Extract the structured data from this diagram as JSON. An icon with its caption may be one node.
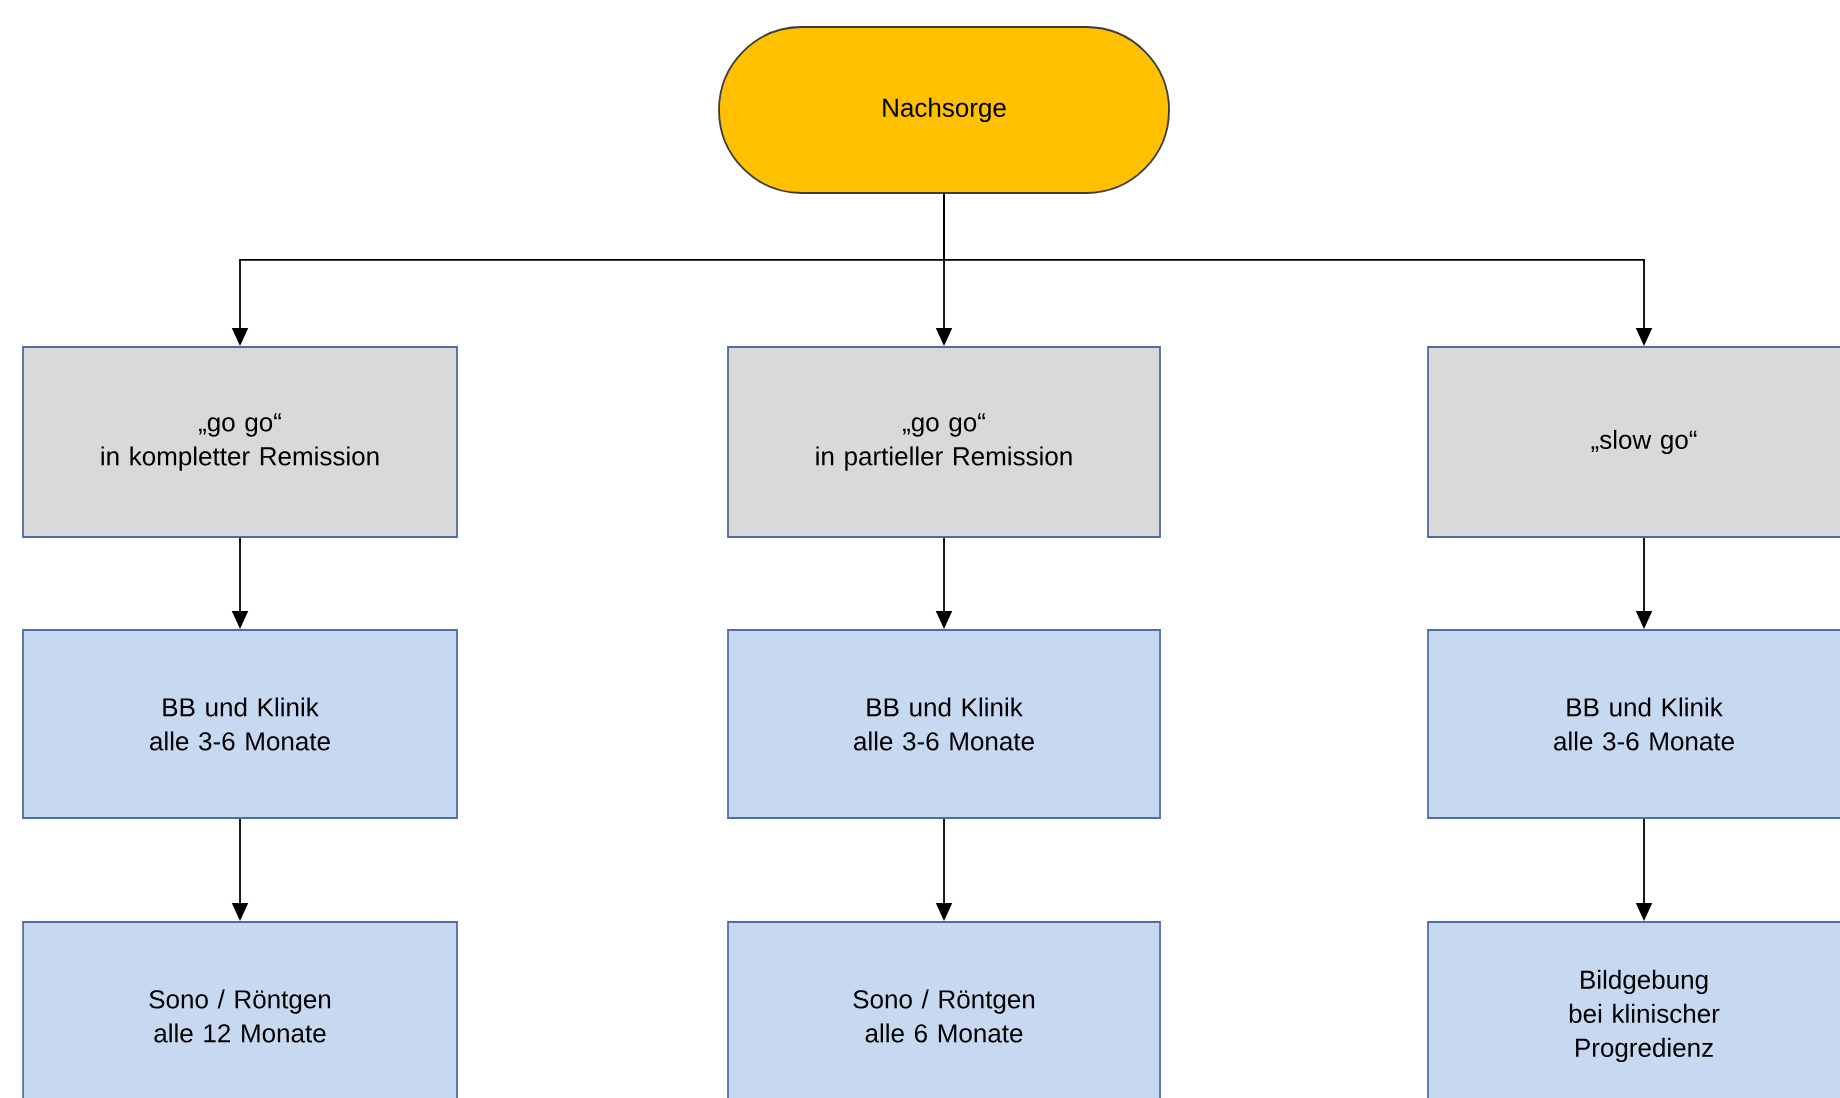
{
  "diagram": {
    "nodes": [
      {
        "text": [
          "Nachsorge"
        ]
      },
      {
        "text": [
          "„go go“",
          "in kompletter Remission"
        ]
      },
      {
        "text": [
          "„go go“",
          "in partieller Remission"
        ]
      },
      {
        "text": [
          "„slow go“"
        ]
      },
      {
        "text": [
          "BB und Klinik alle 3-6 Monate"
        ]
      },
      {
        "text": [
          "BB und Klinik alle 3-6 Monate"
        ]
      },
      {
        "text": [
          "BB und Klinik alle 3-6 Monate"
        ]
      },
      {
        "text": [
          "Sono / Röntgen alle 12 Monate"
        ]
      },
      {
        "text": [
          "Sono / Röntgen alle 6 Monate"
        ]
      },
      {
        "text": [
          "Bildgebung bei klinischer Progredienz"
        ]
      }
    ],
    "edges": [
      {
        "from": 0,
        "to": 1,
        "arrow": "to"
      },
      {
        "from": 0,
        "to": 2,
        "arrow": "to"
      },
      {
        "from": 0,
        "to": 3,
        "arrow": "to"
      },
      {
        "from": 1,
        "to": 4,
        "arrow": "to"
      },
      {
        "from": 2,
        "to": 5,
        "arrow": "to"
      },
      {
        "from": 3,
        "to": 6,
        "arrow": "to"
      },
      {
        "from": 4,
        "to": 7,
        "arrow": "to"
      },
      {
        "from": 5,
        "to": 8,
        "arrow": "to"
      },
      {
        "from": 6,
        "to": 9,
        "arrow": "to"
      }
    ]
  }
}
